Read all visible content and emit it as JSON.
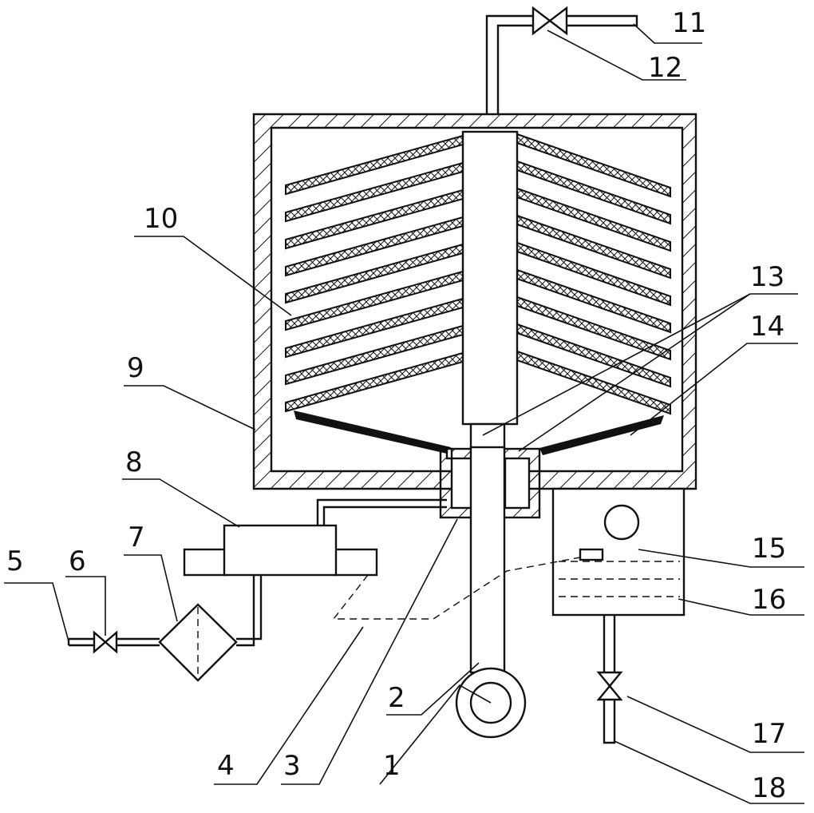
{
  "labels": {
    "l1": "1",
    "l2": "2",
    "l3": "3",
    "l4": "4",
    "l5": "5",
    "l6": "6",
    "l7": "7",
    "l8": "8",
    "l9": "9",
    "l10": "10",
    "l11": "11",
    "l12": "12",
    "l13": "13",
    "l14": "14",
    "l15": "15",
    "l16": "16",
    "l17": "17",
    "l18": "18"
  },
  "colors": {
    "line": "#111111",
    "background": "#ffffff"
  }
}
